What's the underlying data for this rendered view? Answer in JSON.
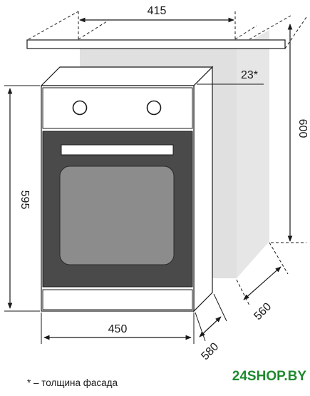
{
  "dimensions": {
    "niche_width": "415",
    "niche_height": "600",
    "niche_depth": "560",
    "oven_width": "450",
    "oven_height": "595",
    "oven_depth": "580",
    "facade_thickness": "23*"
  },
  "footnote": "* – толщина фасада",
  "brand": {
    "name": "24SHOP.BY",
    "color": "#1f8a2e"
  },
  "colors": {
    "line": "#1a1a1a",
    "niche_fill": "#e0e0e0",
    "door_fill": "#4a4a4a",
    "window_fill": "#8c8c8c",
    "panel_fill": "#ffffff"
  }
}
